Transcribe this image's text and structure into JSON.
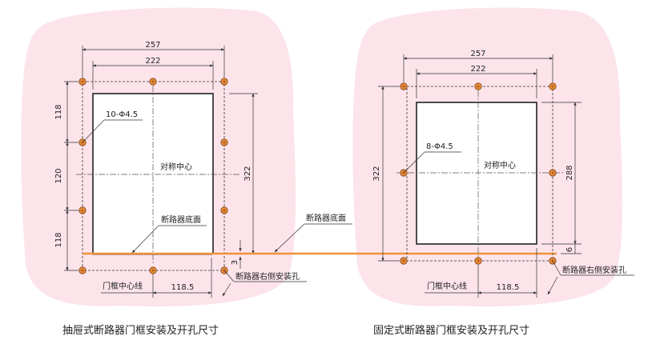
{
  "colors": {
    "blob": "#fce4ea",
    "hole": "#f0923a",
    "orange_line": "#f0923a",
    "line": "#333333"
  },
  "left": {
    "dim_257": "257",
    "dim_222": "222",
    "dim_118_top": "118",
    "dim_120": "120",
    "dim_118_bottom": "118",
    "dim_322": "322",
    "dim_3": "3",
    "dim_118_5": "118.5",
    "hole_label": "10-Φ4.5",
    "center_label": "对称中心",
    "bottom_label": "断路器底面",
    "door_center_label": "门框中心线",
    "right_hole_label": "断路器右侧安装孔",
    "caption": "抽屉式断路器门框安装及开孔尺寸"
  },
  "right": {
    "dim_257": "257",
    "dim_222": "222",
    "dim_322": "322",
    "dim_288": "288",
    "dim_6": "6",
    "dim_118_5": "118.5",
    "hole_label": "8-Φ4.5",
    "center_label": "对称中心",
    "door_center_label": "门框中心线",
    "right_hole_label": "断路器右侧安装孔",
    "caption": "固定式断路器门框安装及开孔尺寸"
  },
  "shared": {
    "bottom_label": "断路器底面"
  }
}
